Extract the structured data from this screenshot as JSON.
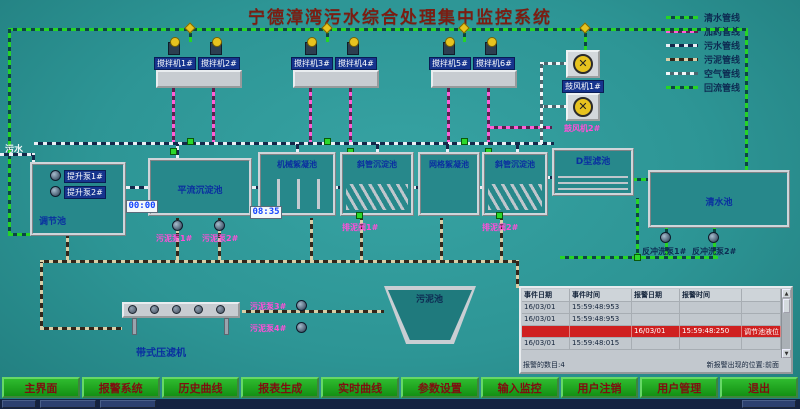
{
  "title": "宁德漳湾污水综合处理集中监控系统",
  "legend": {
    "items": [
      {
        "label": "清水管线",
        "color": "#25d425"
      },
      {
        "label": "加药管线",
        "color": "#ff5fd6"
      },
      {
        "label": "污水管线",
        "color": "#14284a"
      },
      {
        "label": "污泥管线",
        "color": "#33261a"
      },
      {
        "label": "空气管线",
        "color": "#f2f6f8"
      },
      {
        "label": "回流管线",
        "color": "#119911"
      }
    ]
  },
  "plant": {
    "inlet": "污水",
    "mixers": {
      "m1": "搅拌机1#",
      "m2": "搅拌机2#",
      "m3": "搅拌机3#",
      "m4": "搅拌机4#",
      "m5": "搅拌机5#",
      "m6": "搅拌机6#"
    },
    "blowers": {
      "b1": "鼓风机1#",
      "b2": "鼓风机2#"
    },
    "tanks": {
      "regulation": "调节池",
      "sediment": "平流沉淀池",
      "mech_floc": "机械絮凝池",
      "inclined1": "斜管沉淀池",
      "grid_floc": "网格絮凝池",
      "inclined2": "斜管沉淀池",
      "d_filter": "D型滤池",
      "clear": "清水池",
      "sludge": "污泥池",
      "belt_press": "带式压滤机"
    },
    "pumps": {
      "lift1": "提升泵1#",
      "lift2": "提升泵2#",
      "sludge1": "污泥泵1#",
      "sludge2": "污泥泵2#",
      "mud_valve1": "排泥阀1#",
      "mud_valve2": "排泥阀2#",
      "sludge3": "污泥泵3#",
      "sludge4": "污泥泵4#",
      "backwash1": "反冲洗泵1#",
      "backwash2": "反冲洗泵2#"
    },
    "timers": {
      "t1": "00:00",
      "t2": "08:35"
    }
  },
  "alarms": {
    "headers": [
      "事件日期",
      "事件时间",
      "报警日期",
      "报警时间"
    ],
    "rows": [
      [
        "16/03/01",
        "15:59:48:953",
        "",
        "",
        ""
      ],
      [
        "16/03/01",
        "15:59:48:953",
        "",
        "",
        ""
      ],
      [
        "",
        "",
        "16/03/01",
        "15:59:48:250",
        "调节池液位"
      ],
      [
        "16/03/01",
        "15:59:48:015",
        "",
        "",
        ""
      ]
    ],
    "footer_count": "报警的数目:4",
    "footer_pos": "新报警出现的位置:前面"
  },
  "nav": {
    "buttons": [
      "主界面",
      "报警系统",
      "历史曲线",
      "报表生成",
      "实时曲线",
      "参数设置",
      "输入监控",
      "用户注销",
      "用户管理",
      "退出"
    ]
  }
}
